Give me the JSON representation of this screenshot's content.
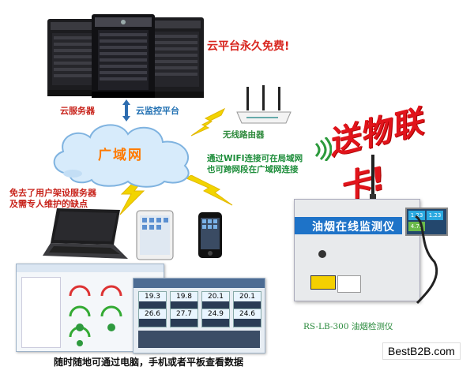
{
  "labels": {
    "cloud_free": "云平台永久免费!",
    "cloud_server": "云服务器",
    "cloud_monitor": "云监控平台",
    "wireless_router": "无线路由器",
    "wan": "广域网",
    "wifi_note_line1": "通过WIFI连接可在局域网",
    "wifi_note_line2": "也可跨网段在广域网连接",
    "no_server_line1": "免去了用户架设服务器",
    "no_server_line2": "及需专人维护的缺点",
    "send_card": "送物联卡!",
    "device_panel_title": "油烟在线监测仪",
    "device_model": "RS-LB-300 油烟检测仪",
    "bottom_caption": "随时随地可通过电脑，手机或者平板查看数据",
    "watermark": "BestB2B.com"
  },
  "dashboard_values": [
    "19.3",
    "19.8",
    "20.1",
    "20.1",
    "26.6",
    "27.7",
    "24.9",
    "24.6"
  ],
  "device_screen_values": [
    "1.23",
    "1.23",
    "4.73"
  ],
  "colors": {
    "title_red": "#d8261f",
    "cloud_orange": "#ff7a00",
    "device_blue": "#1e73c8",
    "lightning_yellow": "#f2d400"
  }
}
